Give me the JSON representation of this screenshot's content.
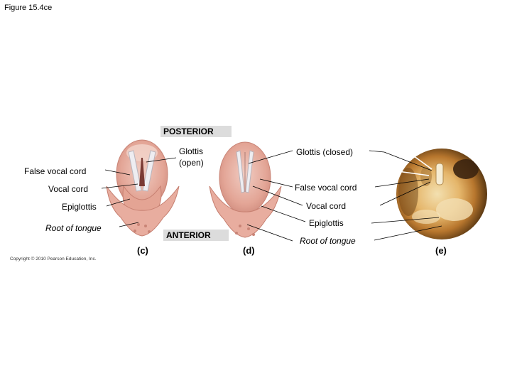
{
  "figure_label": "Figure 15.4ce",
  "headers": {
    "posterior": "POSTERIOR",
    "anterior": "ANTERIOR"
  },
  "left_labels": {
    "false_vocal_cord": "False vocal cord",
    "vocal_cord": "Vocal cord",
    "epiglottis": "Epiglottis",
    "root_of_tongue": "Root of tongue"
  },
  "middle_labels": {
    "glottis_open_line1": "Glottis",
    "glottis_open_line2": "(open)"
  },
  "right_labels": {
    "glottis_closed": "Glottis (closed)",
    "false_vocal_cord": "False vocal cord",
    "vocal_cord": "Vocal cord",
    "epiglottis": "Epiglottis",
    "root_of_tongue": "Root of tongue"
  },
  "panels": {
    "c": "(c)",
    "d": "(d)",
    "e": "(e)"
  },
  "copyright": "Copyright © 2010 Pearson Education, Inc.",
  "colors": {
    "tissue": "#e9b3a6",
    "tissue_dark": "#d58f82",
    "cord": "#ecebee",
    "photo_dark": "#3a2a14",
    "photo_light": "#e8c27a"
  }
}
